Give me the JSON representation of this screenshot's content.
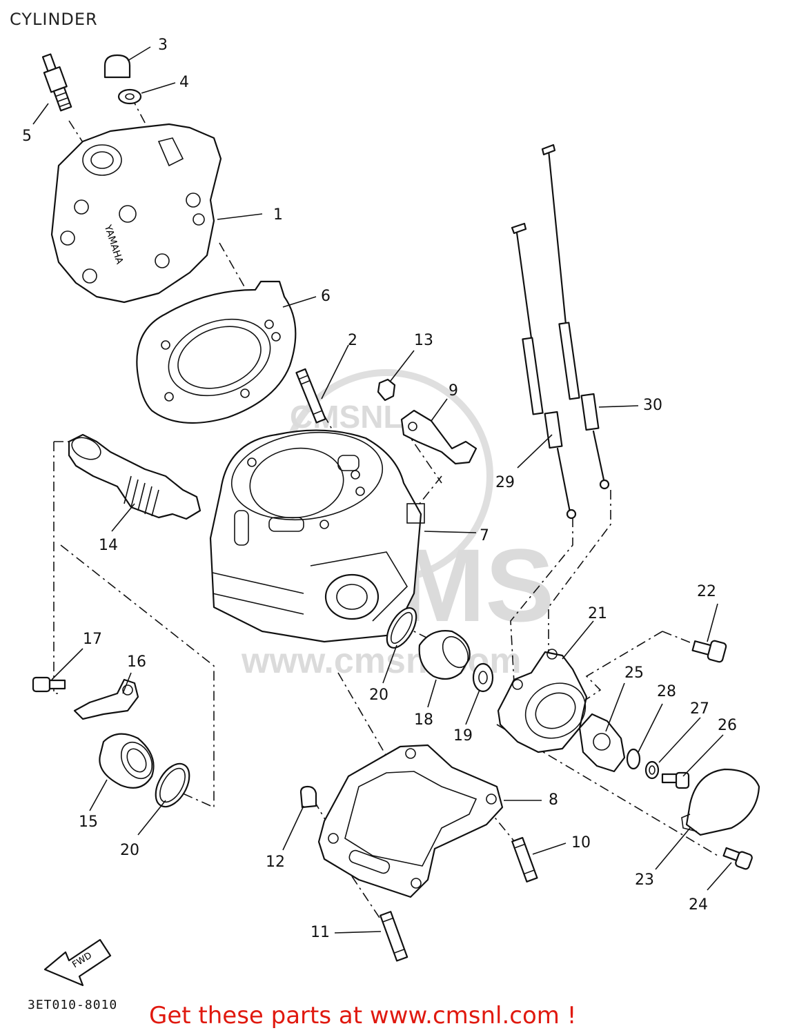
{
  "title": "CYLINDER",
  "diagram_code": "3ET010-8010",
  "call_to_action": "Get these parts at www.cmsnl.com !",
  "call_to_action_color": "#e0190f",
  "watermark": {
    "small": "CMSNL",
    "large": "CMS",
    "url": "www.cmsnl.com"
  },
  "embossed_text": {
    "brand": "YAMAHA",
    "fwd": "FWD"
  },
  "part_labels": {
    "p1": "1",
    "p2": "2",
    "p3": "3",
    "p4": "4",
    "p5": "5",
    "p6": "6",
    "p7": "7",
    "p8": "8",
    "p9": "9",
    "p10": "10",
    "p11": "11",
    "p12": "12",
    "p13": "13",
    "p14": "14",
    "p15": "15",
    "p16": "16",
    "p17": "17",
    "p18": "18",
    "p19": "19",
    "p20a": "20",
    "p20b": "20",
    "p21": "21",
    "p22": "22",
    "p23": "23",
    "p24": "24",
    "p25": "25",
    "p26": "26",
    "p27": "27",
    "p28": "28",
    "p29": "29",
    "p30": "30"
  }
}
